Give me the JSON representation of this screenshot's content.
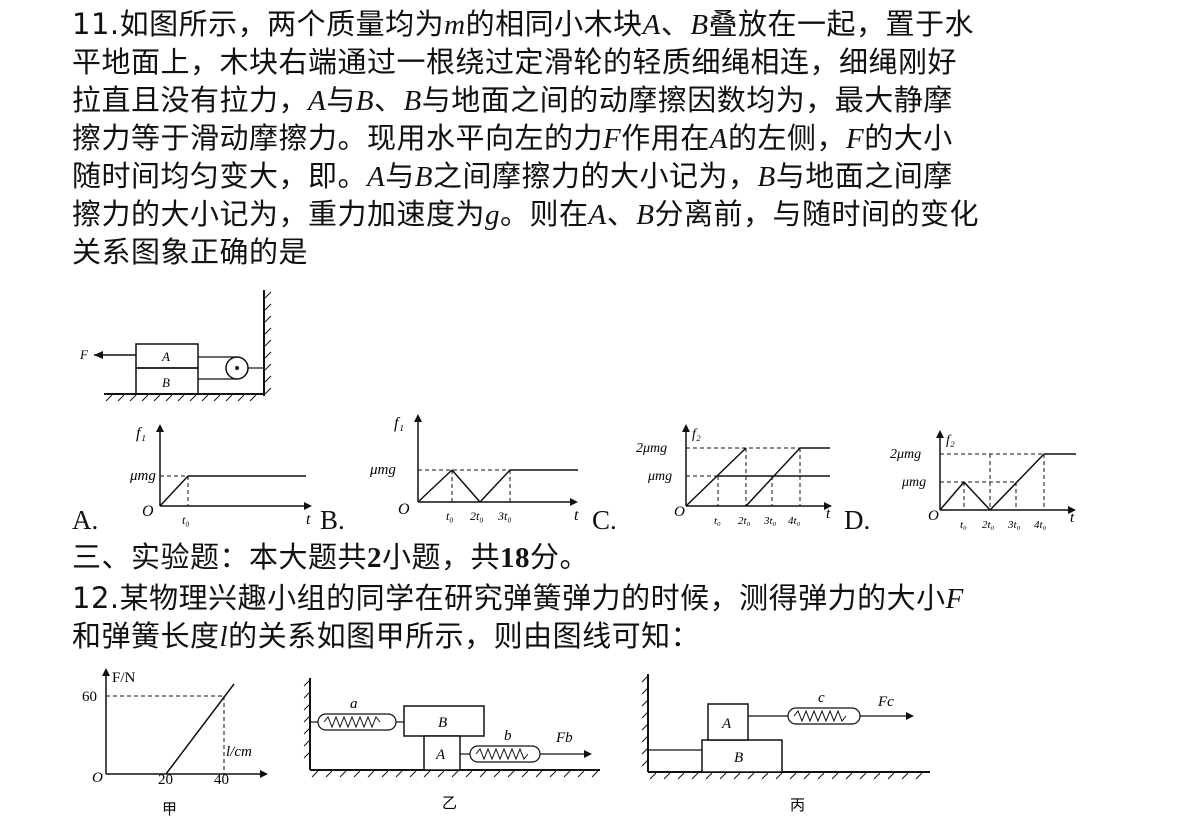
{
  "q11": {
    "l1": {
      "a": "11.如图所示，两个质量均为",
      "m": "m",
      "b": "的相同小木块",
      "A": "A",
      "c": "、",
      "B": "B",
      "d": "叠放在一起，置于水"
    },
    "l2": "平地面上，木块右端通过一根绕过定滑轮的轻质细绳相连，细绳刚好",
    "l3": {
      "a": "拉直且没有拉力，",
      "A": "A",
      "b": "与",
      "B": "B",
      "c": "、",
      "B2": "B",
      "d": "与地面之间的动摩擦因数均为，最大静摩"
    },
    "l4": {
      "a": "擦力等于滑动摩擦力。现用水平向左的力",
      "F": "F",
      "b": "作用在",
      "A": "A",
      "c": "的左侧，",
      "F2": "F",
      "d": "的大小"
    },
    "l5": {
      "a": "随时间均匀变大，即。",
      "A": "A",
      "b": "与",
      "B": "B",
      "c": "之间摩擦力的大小记为，",
      "B2": "B",
      "d": "与地面之间摩"
    },
    "l6": {
      "a": "擦力的大小记为，重力加速度为",
      "g": "g",
      "b": "。则在",
      "A": "A",
      "c": "、",
      "B": "B",
      "d": "分离前，与随时间的变化"
    },
    "l7": "关系图象正确的是",
    "fig": {
      "F": "F",
      "A": "A",
      "B": "B"
    },
    "options": [
      "A.",
      "B.",
      "C.",
      "D."
    ],
    "graphs": {
      "f1": "f₁",
      "f2": "f₂",
      "O": "O",
      "t": "t",
      "umg": "μmg",
      "twoumg": "2μmg",
      "t0": "t₀",
      "two_t0": "2t₀",
      "three_t0": "3t₀",
      "four_t0": "4t₀"
    }
  },
  "section3": {
    "a": "三、实验题：本大题共",
    "n1": "2",
    "b": "小题，共",
    "n2": "18",
    "c": "分。"
  },
  "q12": {
    "l1": {
      "a": "12.某物理兴趣小组的同学在研究弹簧弹力的时候，测得弹力的大小",
      "F": "F"
    },
    "l2": {
      "a": "和弹簧长度",
      "l": "l",
      "b": "的关系如图甲所示，则由图线可知："
    },
    "fig_jia": {
      "ylabel": "F/N",
      "xlabel": "l/cm",
      "y60": "60",
      "x20": "20",
      "x40": "40",
      "O": "O",
      "caption": "甲"
    },
    "fig_yi": {
      "a": "a",
      "b": "b",
      "Fb": "Fb",
      "A": "A",
      "B": "B",
      "caption": "乙"
    },
    "fig_bing": {
      "c": "c",
      "Fc": "Fc",
      "A": "A",
      "B": "B",
      "caption": "丙"
    }
  }
}
